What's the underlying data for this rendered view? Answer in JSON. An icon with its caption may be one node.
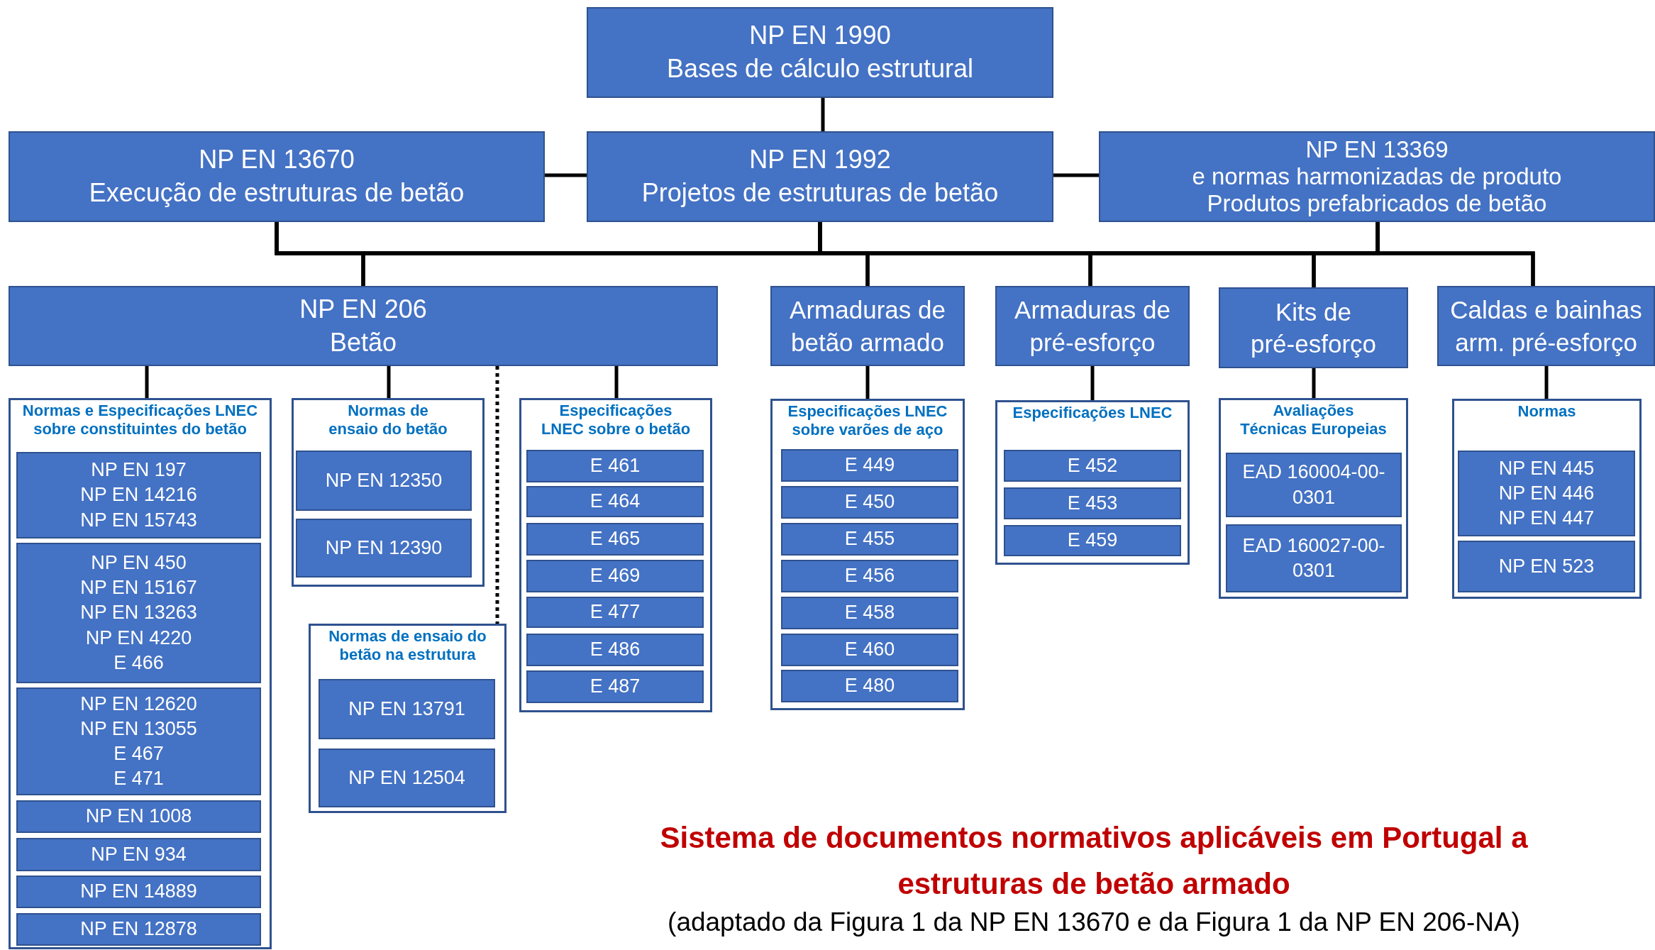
{
  "diagram": {
    "title": "Sistema de documentos normativos aplicáveis em Portugal a estruturas de betão armado",
    "caption": "(adaptado da Figura 1 da NP EN 13670 e da Figura 1 da NP EN 206-NA)",
    "nodes": [
      {
        "text": [
          "NP EN 1990",
          "Bases de cálculo estrutural"
        ]
      },
      {
        "text": [
          "NP EN 13670",
          "Execução de estruturas de betão"
        ]
      },
      {
        "text": [
          "NP EN 1992",
          "Projetos de estruturas de betão"
        ]
      },
      {
        "text": [
          "NP EN 13369",
          "e normas harmonizadas de produto",
          "Produtos prefabricados de betão"
        ]
      },
      {
        "text": [
          "NP EN 206",
          "Betão"
        ]
      },
      {
        "text": [
          "Armaduras de betão armado"
        ]
      },
      {
        "text": [
          "Armaduras de pré-esforço"
        ]
      },
      {
        "text": [
          "Kits de pré-esforço"
        ]
      },
      {
        "text": [
          "Caldas e bainhas arm. pré-esforço"
        ]
      },
      {
        "text": [
          "Normas e Especificações LNEC sobre constituintes do betão"
        ]
      },
      {
        "text": [
          "NP EN 197",
          "NP EN 14216",
          "NP EN 15743"
        ],
        "in": 9
      },
      {
        "text": [
          "NP EN 450",
          "NP EN 15167",
          "NP EN 13263",
          "NP EN 4220",
          "E 466"
        ],
        "in": 9
      },
      {
        "text": [
          "NP EN 12620",
          "NP EN 13055",
          "E 467",
          "E 471"
        ],
        "in": 9
      },
      {
        "text": [
          "NP EN 1008"
        ],
        "in": 9
      },
      {
        "text": [
          "NP EN 934"
        ],
        "in": 9
      },
      {
        "text": [
          "NP EN 14889"
        ],
        "in": 9
      },
      {
        "text": [
          "NP EN 12878"
        ],
        "in": 9
      },
      {
        "text": [
          "Normas de ensaio do betão"
        ]
      },
      {
        "text": [
          "NP EN 12350"
        ],
        "in": 17
      },
      {
        "text": [
          "NP EN 12390"
        ],
        "in": 17
      },
      {
        "text": [
          "Normas de ensaio do betão na estrutura"
        ]
      },
      {
        "text": [
          "NP EN 13791"
        ],
        "in": 20
      },
      {
        "text": [
          "NP EN 12504"
        ],
        "in": 20
      },
      {
        "text": [
          "Especificações LNEC sobre o betão"
        ]
      },
      {
        "text": [
          "E 461"
        ],
        "in": 23
      },
      {
        "text": [
          "E 464"
        ],
        "in": 23
      },
      {
        "text": [
          "E 465"
        ],
        "in": 23
      },
      {
        "text": [
          "E 469"
        ],
        "in": 23
      },
      {
        "text": [
          "E 477"
        ],
        "in": 23
      },
      {
        "text": [
          "E 486"
        ],
        "in": 23
      },
      {
        "text": [
          "E 487"
        ],
        "in": 23
      },
      {
        "text": [
          "Especificações LNEC sobre varões de aço"
        ]
      },
      {
        "text": [
          "E 449"
        ],
        "in": 31
      },
      {
        "text": [
          "E 450"
        ],
        "in": 31
      },
      {
        "text": [
          "E 455"
        ],
        "in": 31
      },
      {
        "text": [
          "E 456"
        ],
        "in": 31
      },
      {
        "text": [
          "E 458"
        ],
        "in": 31
      },
      {
        "text": [
          "E 460"
        ],
        "in": 31
      },
      {
        "text": [
          "E 480"
        ],
        "in": 31
      },
      {
        "text": [
          "Especificações LNEC"
        ]
      },
      {
        "text": [
          "E 452"
        ],
        "in": 39
      },
      {
        "text": [
          "E 453"
        ],
        "in": 39
      },
      {
        "text": [
          "E 459"
        ],
        "in": 39
      },
      {
        "text": [
          "Avaliações Técnicas Europeias"
        ]
      },
      {
        "text": [
          "EAD 160004-00-0301"
        ],
        "in": 43
      },
      {
        "text": [
          "EAD 160027-00-0301"
        ],
        "in": 43
      },
      {
        "text": [
          "Normas"
        ]
      },
      {
        "text": [
          "NP EN 445",
          "NP EN 446",
          "NP EN 447"
        ],
        "in": 46
      },
      {
        "text": [
          "NP EN 523"
        ],
        "in": 46
      }
    ],
    "edges": [
      {
        "from": 0,
        "to": 2,
        "arrow": "none"
      },
      {
        "from": 1,
        "to": 2,
        "arrow": "none"
      },
      {
        "from": 2,
        "to": 3,
        "arrow": "none"
      },
      {
        "from": 1,
        "to": 4,
        "arrow": "none"
      },
      {
        "from": 1,
        "to": 5,
        "arrow": "none"
      },
      {
        "from": 1,
        "to": 6,
        "arrow": "none"
      },
      {
        "from": 1,
        "to": 7,
        "arrow": "none"
      },
      {
        "from": 1,
        "to": 8,
        "arrow": "none"
      },
      {
        "from": 2,
        "to": 4,
        "arrow": "none"
      },
      {
        "from": 2,
        "to": 5,
        "arrow": "none"
      },
      {
        "from": 2,
        "to": 6,
        "arrow": "none"
      },
      {
        "from": 2,
        "to": 7,
        "arrow": "none"
      },
      {
        "from": 2,
        "to": 8,
        "arrow": "none"
      },
      {
        "from": 3,
        "to": 4,
        "arrow": "none"
      },
      {
        "from": 3,
        "to": 5,
        "arrow": "none"
      },
      {
        "from": 3,
        "to": 6,
        "arrow": "none"
      },
      {
        "from": 3,
        "to": 7,
        "arrow": "none"
      },
      {
        "from": 3,
        "to": 8,
        "arrow": "none"
      },
      {
        "from": 4,
        "to": 9,
        "arrow": "none"
      },
      {
        "from": 4,
        "to": 17,
        "arrow": "none"
      },
      {
        "from": 4,
        "to": 20,
        "arrow": "none",
        "style": "dashed"
      },
      {
        "from": 4,
        "to": 23,
        "arrow": "none"
      },
      {
        "from": 5,
        "to": 31,
        "arrow": "none"
      },
      {
        "from": 6,
        "to": 39,
        "arrow": "none"
      },
      {
        "from": 7,
        "to": 43,
        "arrow": "none"
      },
      {
        "from": 8,
        "to": 46,
        "arrow": "none"
      }
    ]
  }
}
